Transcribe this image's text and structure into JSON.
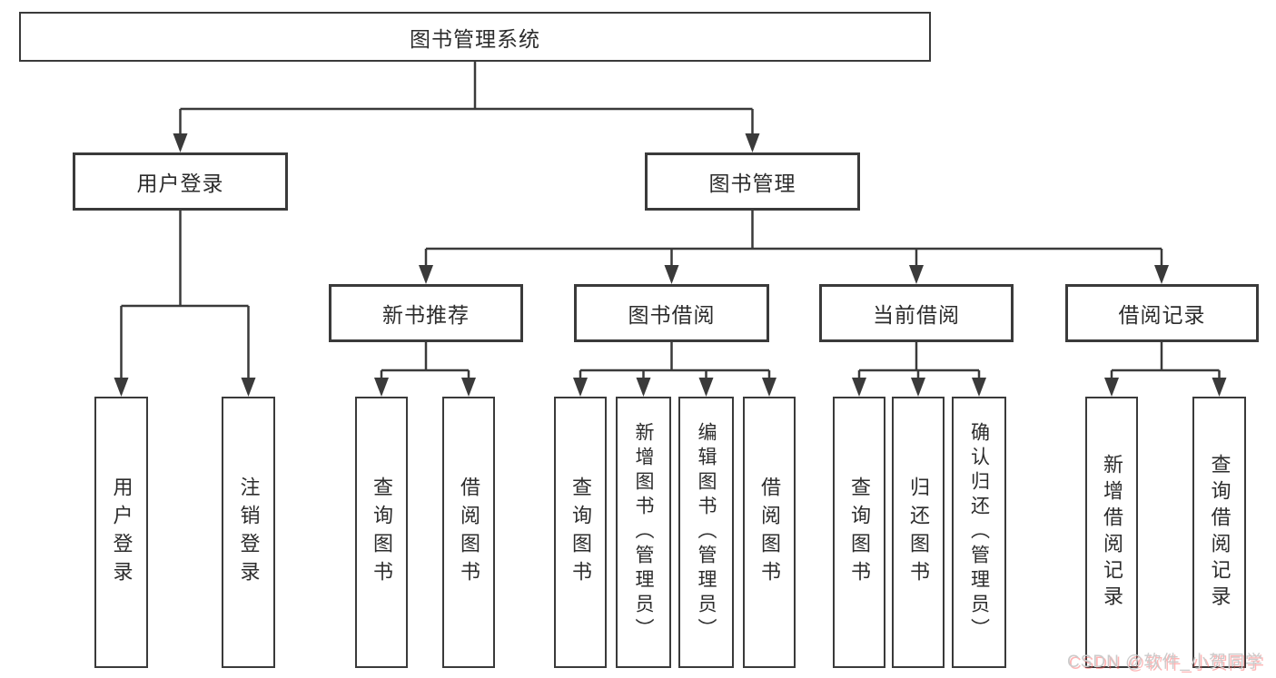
{
  "diagram": {
    "title": "图书管理系统",
    "level2": [
      {
        "label": "用户登录"
      },
      {
        "label": "图书管理"
      }
    ],
    "level3": [
      {
        "label": "新书推荐"
      },
      {
        "label": "图书借阅"
      },
      {
        "label": "当前借阅"
      },
      {
        "label": "借阅记录"
      }
    ],
    "leaves": [
      {
        "label": "用户登录"
      },
      {
        "label": "注销登录"
      },
      {
        "label": "查询图书"
      },
      {
        "label": "借阅图书"
      },
      {
        "label": "查询图书"
      },
      {
        "label": "新增图书（管理员）"
      },
      {
        "label": "编辑图书（管理员）"
      },
      {
        "label": "借阅图书"
      },
      {
        "label": "查询图书"
      },
      {
        "label": "归还图书"
      },
      {
        "label": "确认归还（管理员）"
      },
      {
        "label": "新增借阅记录"
      },
      {
        "label": "查询借阅记录"
      }
    ],
    "colors": {
      "line": "#3a3a3a",
      "text": "#2c2c2c",
      "background": "#ffffff"
    }
  },
  "watermark": {
    "text": "CSDN @软件_小贺同学",
    "gray": "#cbcbcb",
    "red_shadow": "#fc5b5b"
  }
}
